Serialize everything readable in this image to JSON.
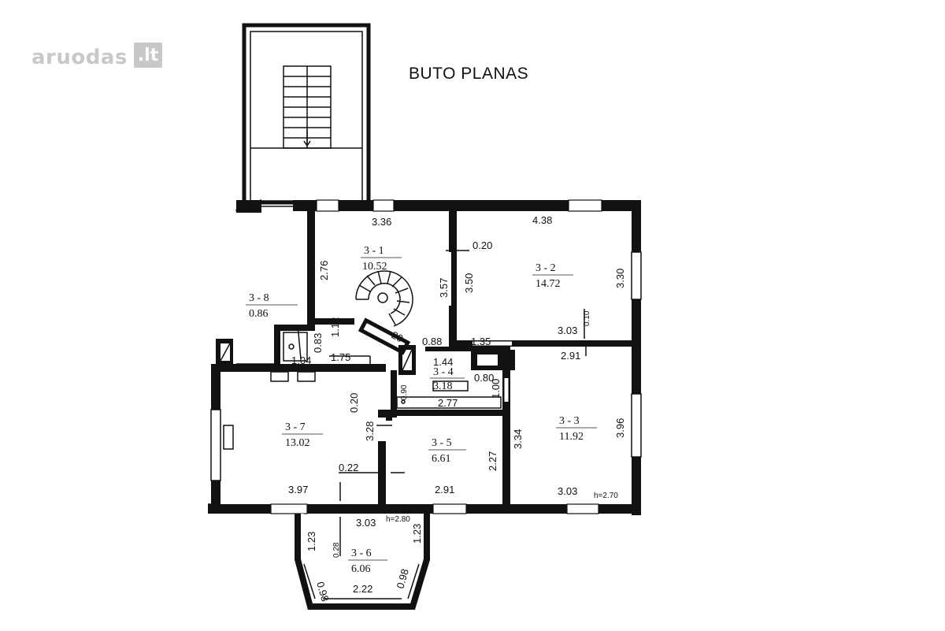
{
  "header": {
    "logo_text": "aruodas",
    "logo_badge": ".lt",
    "title": "BUTO PLANAS"
  },
  "rooms": [
    {
      "id": "3 - 1",
      "area": "10.52"
    },
    {
      "id": "3 - 2",
      "area": "14.72"
    },
    {
      "id": "3 - 3",
      "area": "11.92"
    },
    {
      "id": "3 - 4",
      "area": "3.18"
    },
    {
      "id": "3 - 5",
      "area": "6.61"
    },
    {
      "id": "3 - 6",
      "area": "6.06"
    },
    {
      "id": "3 - 7",
      "area": "13.02"
    },
    {
      "id": "3 - 8",
      "area": "0.86"
    }
  ],
  "dimensions": {
    "d336": "3.36",
    "d438": "4.38",
    "d276": "2.76",
    "d020a": "0.20",
    "d357": "3.57",
    "d350": "3.50",
    "d330": "3.30",
    "d010": "0.10",
    "d303a": "3.03",
    "d112": "1.12",
    "d083": "0.83",
    "d104": "1.04",
    "d175": "1.75",
    "d20": "20",
    "d088": "0.88",
    "d135": "1.35",
    "d291a": "2.91",
    "d144": "1.44",
    "d080": "0.80",
    "d100": "1.00",
    "d090": "0.90",
    "d277": "2.77",
    "d020b": "0.20",
    "d328": "3.28",
    "d334": "3.34",
    "d396": "3.96",
    "d227": "2.27",
    "d022": "0.22",
    "d397": "3.97",
    "d291b": "2.91",
    "d303b": "3.03",
    "h270": "h=2.70",
    "d303c": "3.03",
    "h280": "h=2.80",
    "d123a": "1.23",
    "d028": "0.28",
    "d123b": "1.23",
    "d098a": "0.98",
    "d098b": "0.98",
    "d222": "2.22"
  }
}
